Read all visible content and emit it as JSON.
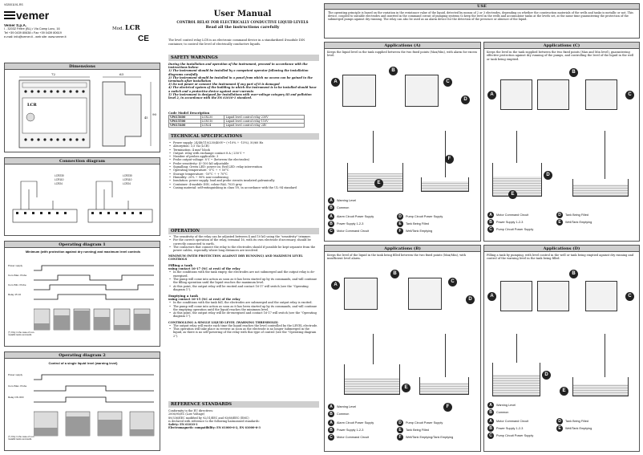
{
  "code": "V02001191-RS",
  "brand": "vemer",
  "company": {
    "name": "Vemer S.p.A.",
    "address": "I - 32032 Feltre (BL) • Via Camp Lonc, 16",
    "tel": "Tel +39 0439 80638 • Fax +39 0439 80619",
    "web": "e-mail: info@vemer.it - web site: www.vemer.it"
  },
  "model": {
    "label": "Mod.",
    "value": "LCR"
  },
  "ce_mark": "CE",
  "dimensions": {
    "title": "Dimensions",
    "w1": "72",
    "w2": "63",
    "h": "90",
    "h2": "45",
    "device_label": "LCR"
  },
  "connection": {
    "title": "Connection diagram",
    "labels": [
      "LCR230",
      "LCR110",
      "LCR24",
      "LCR230",
      "LCR110",
      "LCR24"
    ]
  },
  "op1": {
    "title": "Operating diagram 1",
    "subtitle": "Minimum (with protection against dry running) and maximum level controls",
    "rows": [
      "Power supply",
      "Com./Max. Probe",
      "Com./Min. Probe",
      "Relay 15 16"
    ],
    "note": "(*) Only in the case of non-metallic tanks and wells"
  },
  "op2": {
    "title": "Operating diagram 2",
    "subtitle": "Control of a single liquid level (warning level)",
    "rows": [
      "Power supply",
      "Com./Max. Probe",
      "Relay ON OFF"
    ],
    "note": "(*) Only in the case of non-metallic tanks and wells"
  },
  "manual": {
    "title": "User Manual",
    "subtitle": "CONTROL RELAY FOR ELECTRICALLY CONDUCTIVE LIQUID LEVELS",
    "subtitle2": "Read all the instructions carefully",
    "intro": "The level control relay LCR is an electronic command device in a standardized 4-module DIN container, to control the level of electrically conductive liquids."
  },
  "safety": {
    "title": "SAFETY WARNINGS",
    "lead": "During the installation and operation of the instrument, proceed in accordance with the instructions below:",
    "items": [
      "1) The instrument should be installed by a competent operator following the installation diagrams carefully",
      "2) The instrument should be installed in a panel from which no access can be gained to the terminals after installation",
      "3) Do not power or connect the instrument if any part of it is damaged",
      "4) The electrical system of the building to which the instrument is to be installed should have a switch and a protective device against over-currents",
      "5) The instrument is designed for installations with over-voltage category III and pollution level 2, in accordance with the EN 61010-1 standard."
    ]
  },
  "product_codes": {
    "title": "Code Model Description",
    "rows": [
      [
        "VP615600",
        "LCR230",
        "Liquid level control relay 230V"
      ],
      [
        "VP615500",
        "LCR110",
        "Liquid level control relay 110V"
      ],
      [
        "VP615400",
        "LCR24",
        "Liquid level control relay 24V"
      ]
    ]
  },
  "tech": {
    "title": "TECHNICAL SPECIFICATIONS",
    "items": [
      "Power supply: 24/48/110/230/400V~ (+10% ÷ -15%), 50/60 Hz",
      "Absorption: 3,5 VA (LCR)",
      "Termination: 4 mm² block",
      "Output: relay with exchange contact 8 A / 250 V ~",
      "Number of probes applicable: 3",
      "Probe output voltage: 8 V ~ (between the electrodes)",
      "Probe sensitivity: 4÷100 kΩ adjustable",
      "Signalling: Green LED: power on; Red LED: relay intervention",
      "Operating temperature: -5°C ÷ + 50°C",
      "Storage temperature: -10°C ÷ + 70°C",
      "Humidity: 20% ÷ 90% non-condensing",
      "Insulation: power supply, load and probe circuits insulated galvanically",
      "Container: 4-module DIN, colour RAL 7035 grey",
      "Casing material: self-extinguishing in class V0, in accordance with the UL-94 standard"
    ]
  },
  "operation": {
    "title": "OPERATION",
    "items": [
      "The sensitivity of the relay can be adjusted between 4 and 10 kΩ using the \"sensitivity\" trimmer.",
      "For the correct operation of the relay, terminal 16, with its own electrode if necessary, should be correctly connected to earth.",
      "The contactors that connect the relay to the electrodes should if possible be kept separate from the power cables, especially where long distances are involved."
    ],
    "h_min": "MINIMUM (WITH PROTECTION AGAINST DRY RUNNING) AND MAXIMUM LEVEL CONTROLS",
    "fill_title": "Filling a tank",
    "fill_sub": "using contact 16-17 (NC at rest) of the relay",
    "fill_items": [
      "In the conditions with the tank empty, the electrodes are not submerged and the output relay is de-energised.",
      "The pump will come into action as soon as it has been started up by its commands, and will continue the filling operation until the liquid reaches the maximum level.",
      "At this point, the output relay will be excited and contact 16-17 will switch (see the \"Operating diagram 1\")."
    ],
    "empty_title": "Emptying a tank",
    "empty_sub": "using contact 16-15 (NC at rest) of the relay",
    "empty_items": [
      "In the conditions with the tank full, the electrodes are submerged and the output relay is excited.",
      "The pump will come into action as soon as it has been started up by its commands, and will continue the emptying operation until the liquid reaches the minimum level.",
      "At this point, the output relay will be de-energised and contact 16-17 will switch (see the \"Operating diagram 1\")."
    ],
    "h_single": "CONTROLLING A SINGLE LIQUID LEVEL (WARNING THRESHOLD)",
    "single_items": [
      "The output relay will excite each time the liquid reaches the level controlled by the LEVEL electrode.",
      "This operation will take place in reverse as soon as the electrode is no longer submerged in the liquid, as there is no self-powering of the relay with this type of control (see the \"Operating diagram 2\")."
    ]
  },
  "reference": {
    "title": "REFERENCE STANDARDS",
    "lines": [
      "Conformity to the EU directives:",
      "2006/95/EC (Low Voltage)",
      "89/336/EEC modified by 92/31/EEC and 93/68/EEC (EMC)",
      "is declared with reference to the following harmonised standards:",
      "Safety: EN 61010-1",
      "Electromagnetic compatibility: EN 61000-6-2, EN 61000-6-3"
    ]
  },
  "use": {
    "title": "USE",
    "text": "The operating principle is based on the variation in the resistance value of the liquid, detected by means of 2 or 3 electrodes, depending on whether the construction materials of the wells and tanks is metallic or not. This device, coupled to suitable electrodes and inserted in the command circuit of pumping systems to keep the level in the wells and accumulator tanks at the levels set, at the same time guaranteeing the protection of the submerged pumps against dry running. The relay can also be used as an alarm device for the detection of the presence or absence of the liquid."
  },
  "apps": [
    {
      "title": "Applications (A)",
      "desc": "Keeps the liquid level in the tank supplied between the two fixed points (Max/Min), with alarm for excess level.",
      "legend": [
        [
          "A",
          "Warning Level"
        ],
        [
          "B",
          "Common"
        ]
      ],
      "legend2": [
        [
          "A",
          "Alarm Circuit Power Supply",
          "D",
          "Pump Circuit Power Supply"
        ],
        [
          "B",
          "Power Supply 1-2-3",
          "E",
          "Tank Being Filled"
        ],
        [
          "C",
          "Motor Command Circuit",
          "F",
          "Well/Tank Emptying"
        ]
      ]
    },
    {
      "title": "Applications (C)",
      "desc": "Keeps the level in the tank supplied between the two fixed points (Max and Min level), guaranteeing effective protection against dry running of the pumps, and controlling the level of the liquid in the well or tank being emptied.",
      "legend": [],
      "legend2": [
        [
          "A",
          "Motor Command Circuit",
          "D",
          "Tank Being Filled"
        ],
        [
          "B",
          "Power Supply 1-2-3",
          "E",
          "Well/Tank Emptying"
        ],
        [
          "C",
          "Pump Circuit Power Supply",
          "",
          ""
        ]
      ]
    },
    {
      "title": "Applications (B)",
      "desc": "Keeps the level of the liquid in the tank being filled between the two fixed points (Max/Min), with insufficient level alarm.",
      "legend": [
        [
          "A",
          "Warning Level"
        ],
        [
          "B",
          "Common"
        ]
      ],
      "legend2": [
        [
          "A",
          "Alarm Circuit Power Supply",
          "D",
          "Pump Circuit Power Supply"
        ],
        [
          "B",
          "Power Supply 1-2-3",
          "E",
          "Tank Being Filled"
        ],
        [
          "C",
          "Motor Command Circuit",
          "F",
          "Well/Tank Emptying/Tank Emptying"
        ]
      ]
    },
    {
      "title": "Applications (D)",
      "desc": "Filling a tank by pumping, with level control in the well or tank being emptied against dry running and control of the warning level in the tank being filled.",
      "legend": [
        [
          "A",
          "Warning Level"
        ],
        [
          "B",
          "Common"
        ]
      ],
      "legend2": [
        [
          "A",
          "Motor Command Circuit",
          "D",
          "Tank Being Filled"
        ],
        [
          "B",
          "Power Supply 1-2-3",
          "E",
          "Well/Tank Emptying"
        ],
        [
          "C",
          "Pump Circuit Power Supply",
          "",
          ""
        ]
      ]
    }
  ]
}
